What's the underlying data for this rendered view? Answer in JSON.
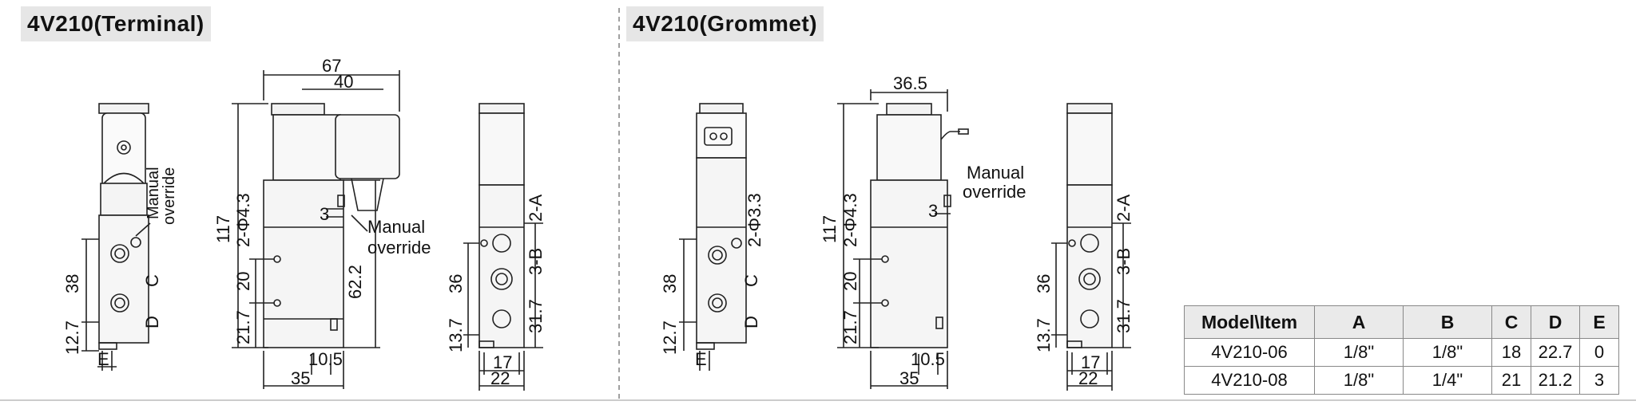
{
  "sections": {
    "terminal": {
      "title": "4V210(Terminal)"
    },
    "grommet": {
      "title": "4V210(Grommet)"
    }
  },
  "labels": {
    "manual_override_line1": "Manual",
    "manual_override_line2": "override",
    "port_a": "2-A",
    "port_b": "3-B",
    "port_c": "C",
    "port_d": "D",
    "port_e": "E",
    "hole": "2-Φ4.3",
    "hole_g": "2-Φ3.3"
  },
  "dims": {
    "d67": "67",
    "d40": "40",
    "d117": "117",
    "d20": "20",
    "d21_7": "21.7",
    "d62_2": "62.2",
    "d10_5": "10.5",
    "d35": "35",
    "d3": "3",
    "d38": "38",
    "d12_7": "12.7",
    "d36": "36",
    "d13_7": "13.7",
    "d31_7": "31.7",
    "d17": "17",
    "d22": "22",
    "d36_5": "36.5"
  },
  "table": {
    "headers": [
      "Model\\Item",
      "A",
      "B",
      "C",
      "D",
      "E"
    ],
    "rows": [
      [
        "4V210-06",
        "1/8\"",
        "1/8\"",
        "18",
        "22.7",
        "0"
      ],
      [
        "4V210-08",
        "1/8\"",
        "1/4\"",
        "21",
        "21.2",
        "3"
      ]
    ]
  }
}
